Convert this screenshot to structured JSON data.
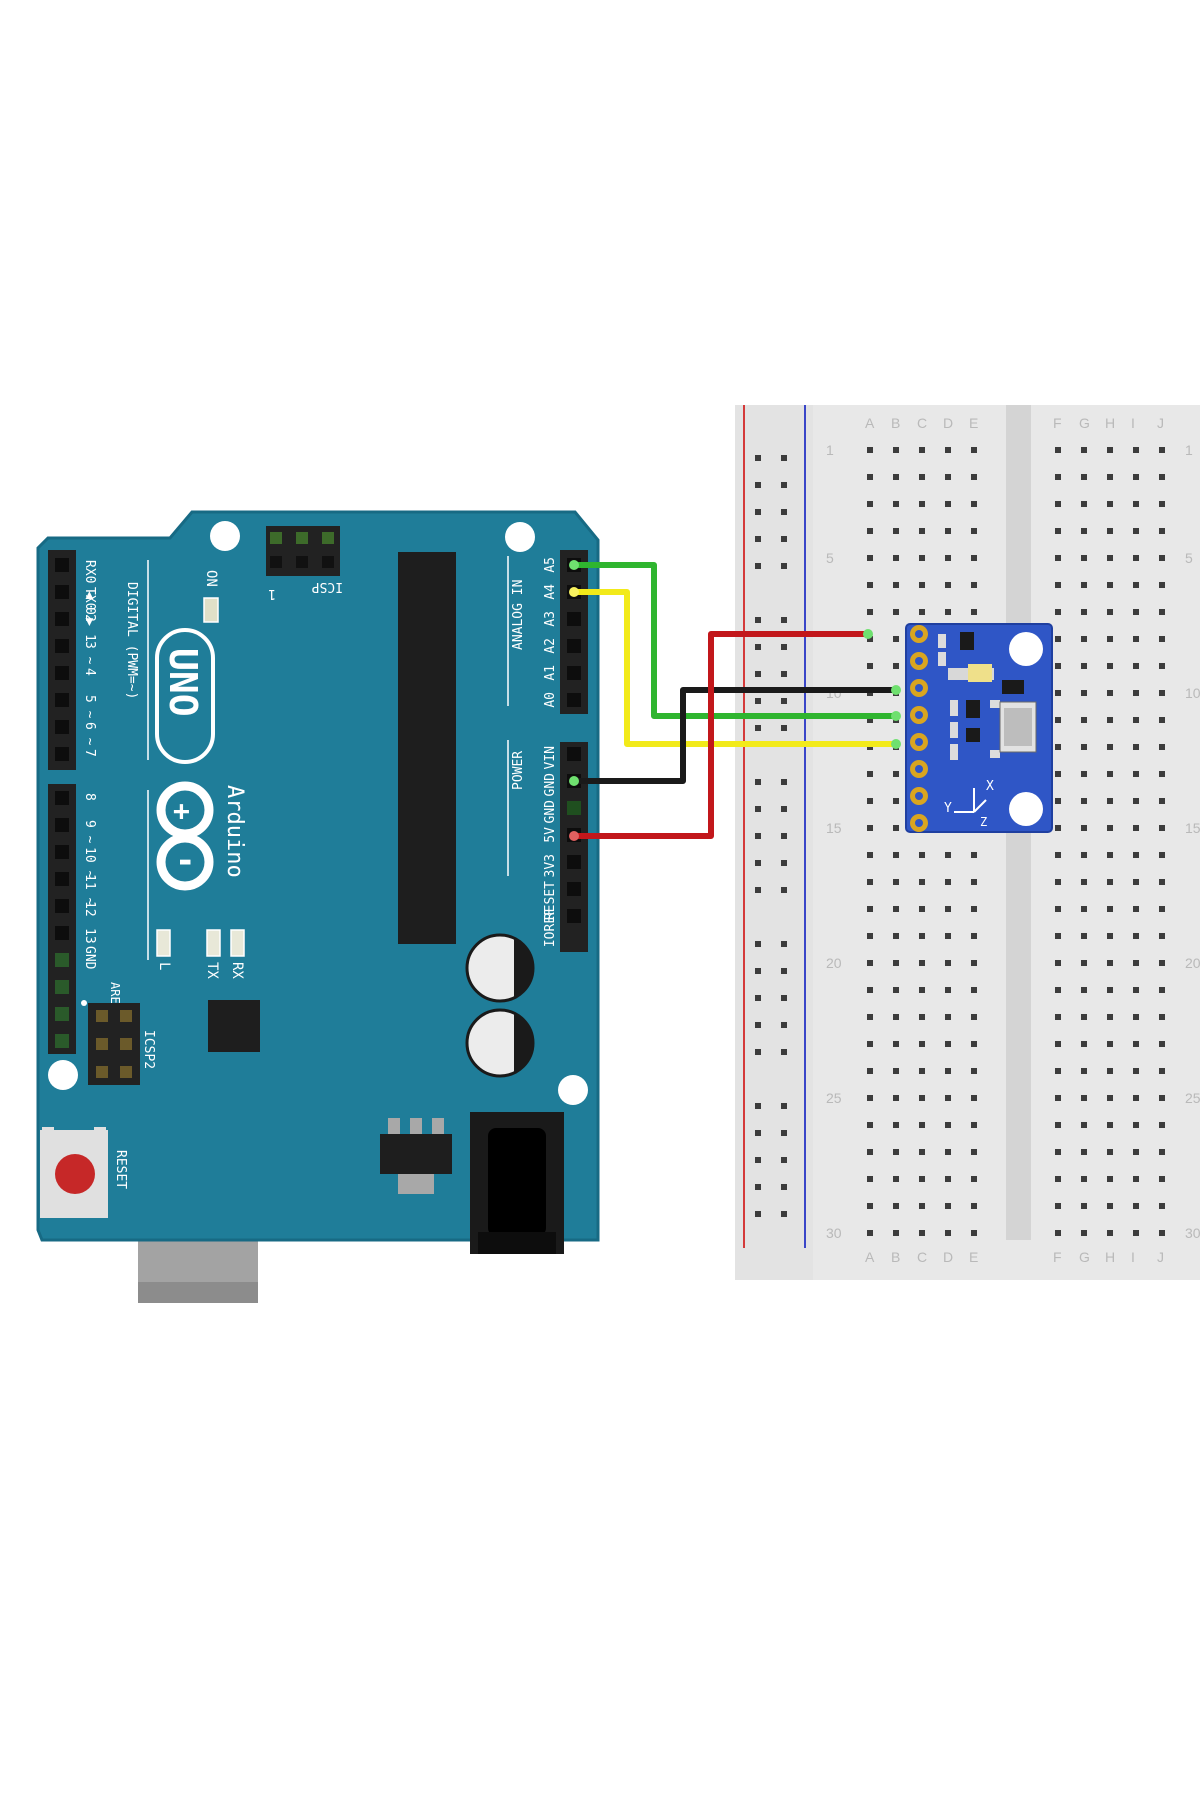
{
  "colors": {
    "board": "#1f7d99",
    "board_edge": "#176a84",
    "breadboard": "#e8e8e8",
    "breadboard_groove": "#d4d4d4",
    "rail_red": "#d43a3a",
    "rail_blue": "#3a46c8",
    "wire_green": "#2fb52f",
    "wire_yellow": "#f2ea1a",
    "wire_black": "#1a1a1a",
    "wire_red": "#c2171b",
    "sensor": "#2f56c6",
    "header": "#222222",
    "usb": "#a3a3a3",
    "reset_button": "#c62828"
  },
  "arduino": {
    "brand": "Arduino",
    "model": "UNO",
    "digital_label": "DIGITAL (PWM=~)",
    "analog_label": "ANALOG IN",
    "power_label": "POWER",
    "icsp_label": "ICSP",
    "icsp_num": "1",
    "icsp2_label": "ICSP2",
    "on_label": "ON",
    "reset_label": "RESET",
    "aref_label": "AREF",
    "gnd_label": "GND",
    "l_label": "L",
    "tx_label": "TX",
    "rx_label": "RX",
    "digital_pins": [
      "RX0 ◀ 0",
      "TX0 ▶ 1",
      "2",
      "3 ~",
      "4",
      "5 ~",
      "6 ~",
      "7",
      "8",
      "9 ~",
      "10 ~",
      "11 ~",
      "12",
      "13"
    ],
    "analog_pins": [
      "A5",
      "A4",
      "A3",
      "A2",
      "A1",
      "A0"
    ],
    "power_pins": [
      "VIN",
      "GND",
      "GND",
      "5V",
      "3V3",
      "RESET",
      "IOREF"
    ]
  },
  "breadboard": {
    "cols_left": [
      "A",
      "B",
      "C",
      "D",
      "E"
    ],
    "cols_right": [
      "F",
      "G",
      "H",
      "I",
      "J"
    ],
    "row_labels": [
      "1",
      "5",
      "10",
      "15",
      "20",
      "25",
      "30"
    ]
  },
  "sensor": {
    "axis_x": "X",
    "axis_y": "Y",
    "axis_z": "Z"
  }
}
